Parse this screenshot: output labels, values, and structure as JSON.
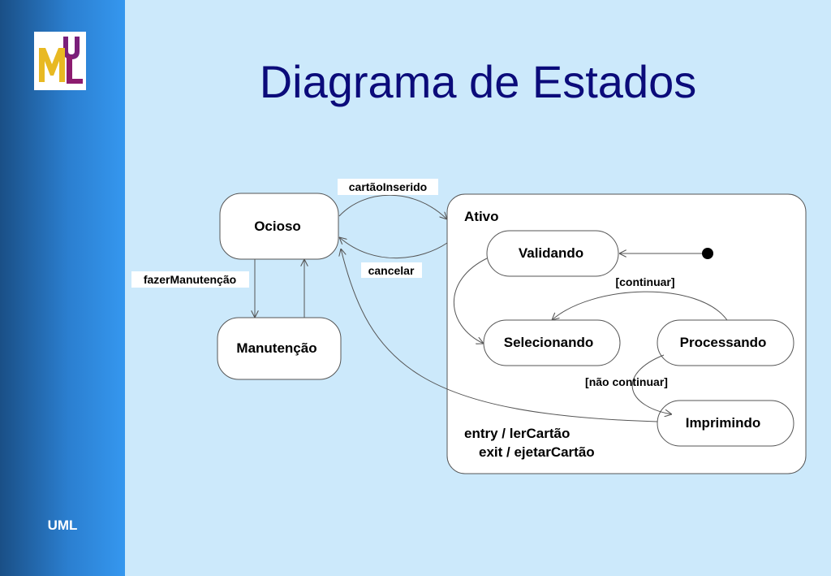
{
  "slide": {
    "title": "Diagrama de Estados",
    "footer": "UML"
  },
  "logo": {
    "name": "uml-logo",
    "letters": "UML",
    "colors": {
      "background": "#ffffff",
      "u": "#7a1f7a",
      "m": "#e8b923",
      "l": "#8c1b6f"
    }
  },
  "diagram": {
    "states": {
      "ocioso": "Ocioso",
      "manutencao": "Manutenção",
      "validando": "Validando",
      "selecionando": "Selecionando",
      "processando": "Processando",
      "imprimindo": "Imprimindo"
    },
    "composite": {
      "name": "Ativo",
      "entry": "entry / lerCartão",
      "exit": "exit / ejetarCartão"
    },
    "transitions": {
      "cartao_inserido": "cartãoInserido",
      "cancelar": "cancelar",
      "fazer_manutencao": "fazerManutenção",
      "continuar": "[continuar]",
      "nao_continuar": "[não continuar]"
    }
  },
  "colors": {
    "sidebar": "#2b7fd0",
    "background": "#cce9fb",
    "title": "#0b0b7a"
  }
}
